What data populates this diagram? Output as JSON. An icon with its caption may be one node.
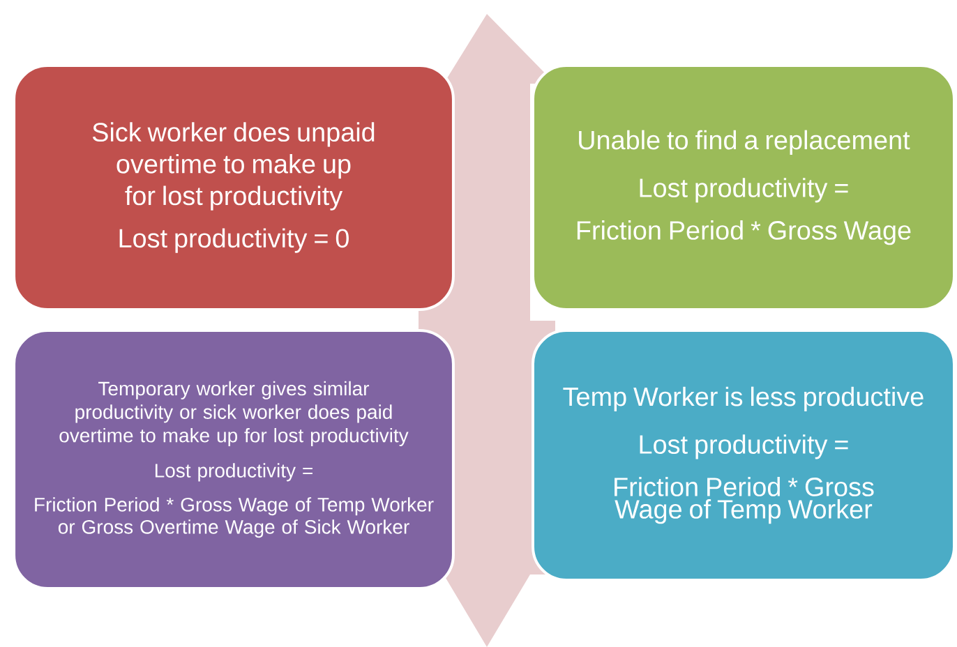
{
  "diagram": {
    "nodes": [
      {
        "text": [
          "Sick worker does unpaid overtime to make up for lost productivity",
          "Lost productivity = 0"
        ]
      },
      {
        "text": [
          "Unable to find a replacement",
          "Lost productivity =",
          "Friction Period * Gross Wage"
        ]
      },
      {
        "text": [
          "Temporary worker gives similar productivity or sick worker does paid overtime to make up for lost productivity",
          "Lost productivity =",
          "Friction Period * Gross Wage of Temp Worker or Gross Overtime Wage of Sick Worker"
        ]
      },
      {
        "text": [
          "Temp Worker is less productive",
          "Lost productivity =",
          "Friction Period * Gross Wage of Temp Worker"
        ]
      }
    ]
  }
}
